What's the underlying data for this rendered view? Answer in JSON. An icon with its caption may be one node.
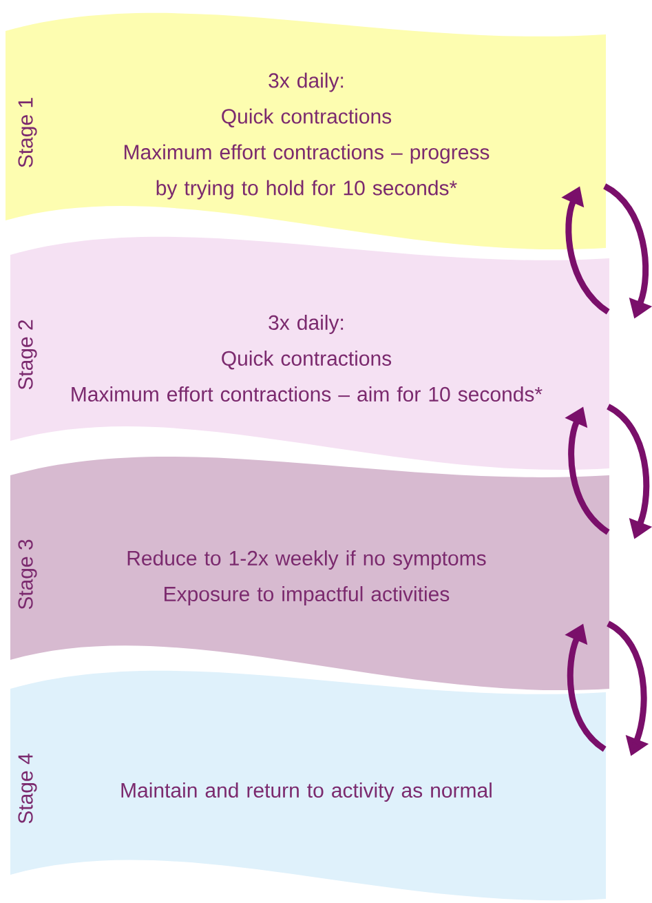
{
  "diagram": {
    "nodes": [
      {
        "text": [
          "Stage 1",
          "3x daily:",
          "Quick contractions",
          "Maximum effort contractions – progress by trying to hold for 10 seconds*"
        ]
      },
      {
        "text": [
          "Stage 2",
          "3x daily:",
          "Quick contractions",
          "Maximum effort contractions – aim for 10 seconds*"
        ]
      },
      {
        "text": [
          "Stage 3",
          "Reduce to 1-2x weekly if no symptoms",
          "Exposure to impactful activities"
        ]
      },
      {
        "text": [
          "Stage 4",
          "Maintain and return to activity as normal"
        ]
      }
    ],
    "edges": [
      {
        "from": 1,
        "to": 0,
        "arrow": "to"
      },
      {
        "from": 0,
        "to": 1,
        "arrow": "to"
      },
      {
        "from": 2,
        "to": 1,
        "arrow": "to"
      },
      {
        "from": 1,
        "to": 2,
        "arrow": "to"
      },
      {
        "from": 3,
        "to": 2,
        "arrow": "to"
      },
      {
        "from": 2,
        "to": 3,
        "arrow": "to"
      }
    ]
  }
}
